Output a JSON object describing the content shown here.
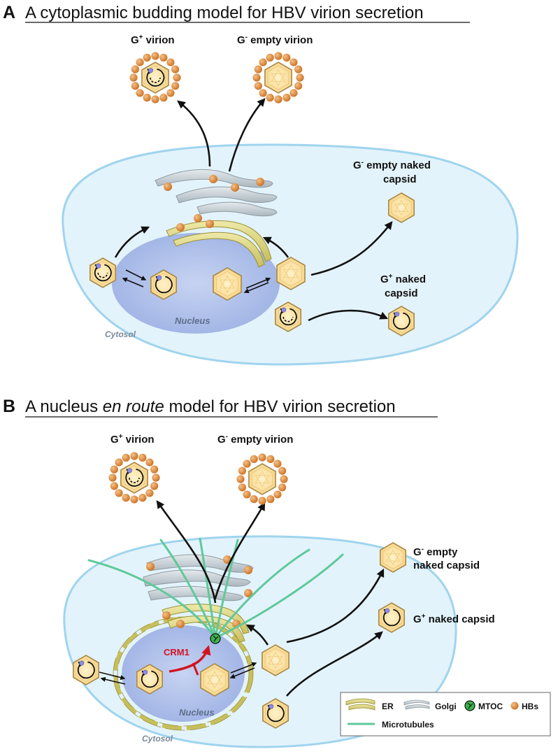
{
  "panel_a": {
    "letter": "A",
    "title": "A cytoplasmic budding model for HBV virion secretion",
    "g_plus_virion": {
      "main": "G",
      "sup": "+",
      "rest": " virion"
    },
    "g_minus_virion": {
      "main": "G",
      "sup": "-",
      "rest": " empty virion"
    },
    "g_minus_naked_line1": {
      "main": "G",
      "sup": "-",
      "rest": " empty naked"
    },
    "g_minus_naked_line2": "capsid",
    "g_plus_naked_line1": {
      "main": "G",
      "sup": "+",
      "rest": " naked"
    },
    "g_plus_naked_line2": "capsid",
    "nucleus": "Nucleus",
    "cytosol": "Cytosol"
  },
  "panel_b": {
    "letter": "B",
    "title_before": "A nucleus ",
    "title_italic": "en route",
    "title_after": " model for HBV virion secretion",
    "g_plus_virion": {
      "main": "G",
      "sup": "+",
      "rest": " virion"
    },
    "g_minus_virion": {
      "main": "G",
      "sup": "-",
      "rest": " empty virion"
    },
    "g_minus_naked_line1": {
      "main": "G",
      "sup": "-",
      "rest": " empty"
    },
    "g_minus_naked_line2": "naked capsid",
    "g_plus_naked": {
      "main": "G",
      "sup": "+",
      "rest": " naked capsid"
    },
    "crm1": "CRM1",
    "nucleus": "Nucleus",
    "cytosol": "Cytosol"
  },
  "legend": {
    "er": "ER",
    "golgi": "Golgi",
    "mtoc": "MTOC",
    "hbs": "HBs",
    "microtubules": "Microtubules"
  },
  "colors": {
    "cell_fill": "#e3f3fb",
    "cell_stroke": "#9fd4ee",
    "nucleus": "#a8bce8",
    "capsid_fill": "#fde6a8",
    "capsid_stroke": "#a88848",
    "hbs": "#e08a35",
    "er": "#d9d27c",
    "golgi": "#c2ccd2",
    "microtubules": "#5fc99a",
    "mtoc": "#3ab54a",
    "crm1": "#d2131d"
  }
}
